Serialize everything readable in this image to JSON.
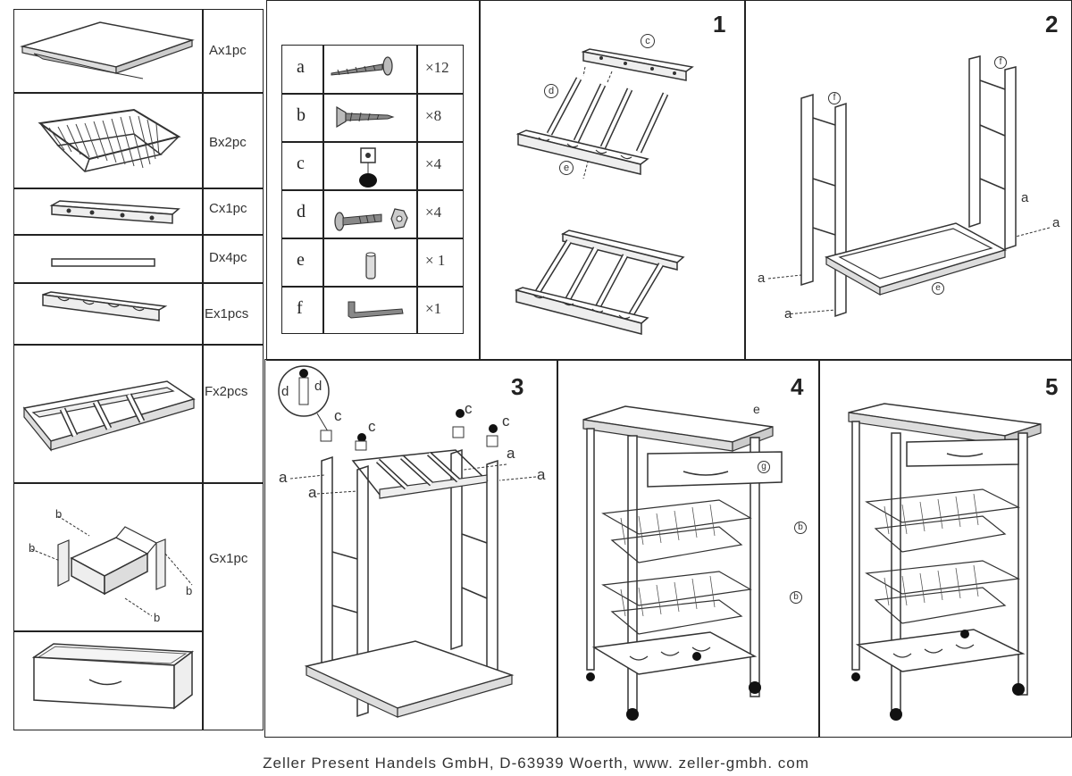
{
  "parts": [
    {
      "label": "Ax1pc",
      "icon": "tabletop-icon"
    },
    {
      "label": "Bx2pc",
      "icon": "wire-basket-icon"
    },
    {
      "label": "Cx1pc",
      "icon": "rail-c-icon"
    },
    {
      "label": "Dx4pc",
      "icon": "dowel-rod-icon"
    },
    {
      "label": "Ex1pcs",
      "icon": "rail-e-icon"
    },
    {
      "label": "Fx2pcs",
      "icon": "ladder-frame-icon"
    },
    {
      "label": "Gx1pc",
      "icon": "drawer-icon"
    }
  ],
  "hardware": [
    {
      "letter": "a",
      "qty": "×12",
      "icon": "long-screw-icon"
    },
    {
      "letter": "b",
      "qty": "×8",
      "icon": "flat-screw-icon"
    },
    {
      "letter": "c",
      "qty": "×4",
      "icon": "cap-nut-icon"
    },
    {
      "letter": "d",
      "qty": "×4",
      "icon": "bolt-nut-icon"
    },
    {
      "letter": "e",
      "qty": "× 1",
      "icon": "knob-pin-icon"
    },
    {
      "letter": "f",
      "qty": "×1",
      "icon": "allen-key-icon"
    }
  ],
  "steps": [
    "1",
    "2",
    "3",
    "4",
    "5"
  ],
  "callouts": {
    "s1_c": "c",
    "s1_d": "d",
    "s1_e": "e",
    "s2_f1": "f",
    "s2_f2": "f",
    "s2_a1": "a",
    "s2_a2": "a",
    "s2_a3": "a",
    "s2_a4": "a",
    "s2_e": "e",
    "s3_c1": "c",
    "s3_c2": "c",
    "s3_c3": "c",
    "s3_c4": "c",
    "s3_d1": "d",
    "s3_d2": "d",
    "s3_a1": "a",
    "s3_a2": "a",
    "s3_a3": "a",
    "s3_a4": "a",
    "s4_e": "e",
    "s4_g": "g",
    "s4_b1": "b",
    "s4_b2": "b",
    "g_b1": "b",
    "g_b2": "b",
    "g_b3": "b",
    "g_b4": "b"
  },
  "footer": "Zeller Present Handels GmbH, D-63939 Woerth, www. zeller-gmbh. com"
}
